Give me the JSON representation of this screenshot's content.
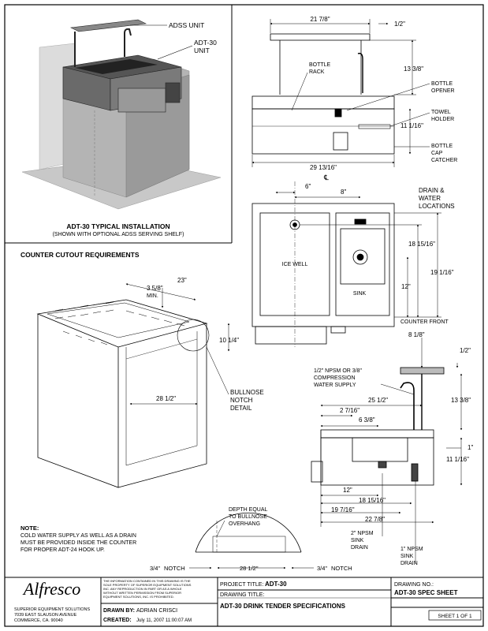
{
  "labels": {
    "adss_unit": "ADSS UNIT",
    "adt30_unit": [
      "ADT-30",
      "UNIT"
    ],
    "typical_installation_title": "ADT-30 TYPICAL INSTALLATION",
    "typical_installation_sub": "(SHOWN WITH OPTIONAL ADSS SERVING SHELF)",
    "counter_cutout": "COUNTER CUTOUT REQUIREMENTS",
    "bottle_rack": [
      "BOTTLE",
      "RACK"
    ],
    "bottle_opener": [
      "BOTTLE",
      "OPENER"
    ],
    "towel_holder": [
      "TOWEL",
      "HOLDER"
    ],
    "bottle_cap_catcher": [
      "BOTTLE",
      "CAP",
      "CATCHER"
    ],
    "drain_water": [
      "DRAIN &",
      "WATER",
      "LOCATIONS"
    ],
    "ice_well": "ICE WELL",
    "sink": "SINK",
    "counter_front": "COUNTER FRONT",
    "bullnose": [
      "BULLNOSE",
      "NOTCH",
      "DETAIL"
    ],
    "water_supply": [
      "1/2\" NPSM OR 3/8\"",
      "COMPRESSION",
      "WATER SUPPLY"
    ],
    "depth_equal": [
      "DEPTH EQUAL",
      "TO BULLNOSE",
      "OVERHANG"
    ],
    "sink_drain_2": [
      "2\" NPSM",
      "SINK",
      "DRAIN"
    ],
    "sink_drain_1": [
      "1\" NPSM",
      "SINK",
      "DRAIN"
    ],
    "notch_left": "NOTCH",
    "notch_right": "NOTCH",
    "centerline": "℄",
    "min": "MIN."
  },
  "dimensions": {
    "top_width": "21 7/8\"",
    "top_half": "1/2\"",
    "height_13_3_8": "13 3/8\"",
    "height_11_1_16": "11 1/16\"",
    "width_29_13_16": "29 13/16\"",
    "dim_6": "6\"",
    "dim_8": "8\"",
    "dim_18_15_16": "18 15/16\"",
    "dim_19_1_16": "19 1/16\"",
    "dim_12": "12\"",
    "dim_23": "23\"",
    "dim_3_5_8": "3 5/8\"",
    "dim_10_1_4": "10 1/4\"",
    "dim_28_1_2": "28 1/2\"",
    "side_8_1_8": "8 1/8\"",
    "side_1_2": "1/2\"",
    "side_25_1_2": "25 1/2\"",
    "side_2_7_16": "2 7/16\"",
    "side_6_3_8": "6 3/8\"",
    "side_13_3_8": "13 3/8\"",
    "side_1": "1\"",
    "side_11_1_16": "11 1/16\"",
    "side_12": "12\"",
    "side_18_15_16": "18 15/16\"",
    "side_19_7_16": "19 7/16\"",
    "side_22_7_8": "22 7/8\"",
    "notch_3_4": "3/4\"",
    "notch_28_1_2": "28 1/2\""
  },
  "note": {
    "title": "NOTE:",
    "lines": [
      "COLD WATER SUPPLY AS WELL AS A DRAIN",
      "MUST BE PROVIDED INSIDE THE COUNTER",
      "FOR PROPER ADT-24 HOOK UP."
    ]
  },
  "title_block": {
    "logo": "Alfresco",
    "company": [
      "SUPERIOR EQUIPMENT SOLUTIONS",
      "7039 EAST SLAUSON AVENUE",
      "COMMERCE, CA. 90040"
    ],
    "disclaimer": [
      "THE INFORMATION CONTAINED IN THIS DRAWING IS THE",
      "SOLE PROPERTY OF SUPERIOR EQUIPMENT SOLUTIONS",
      "INC. ANY REPRODUCTION IN PART OR AS A WHOLE",
      "WITHOUT WRITTEN PERMISSION FROM SUPERIOR",
      "EQUIPMENT SOLUTIONS, INC. IS PROHIBITED."
    ],
    "drawn_by_label": "DRAWN BY:",
    "drawn_by": "ADRIAN CRISCI",
    "created_label": "CREATED:",
    "created": "July 11, 2007 11:00:07 AM",
    "project_title_label": "PROJECT TITLE:",
    "project_title": "ADT-30",
    "drawing_title_label": "DRAWING TITLE:",
    "drawing_title": "ADT-30 DRINK TENDER SPECIFICATIONS",
    "drawing_no_label": "DRAWING NO.:",
    "drawing_no": "ADT-30 SPEC SHEET",
    "sheet": "SHEET 1 OF 1"
  }
}
